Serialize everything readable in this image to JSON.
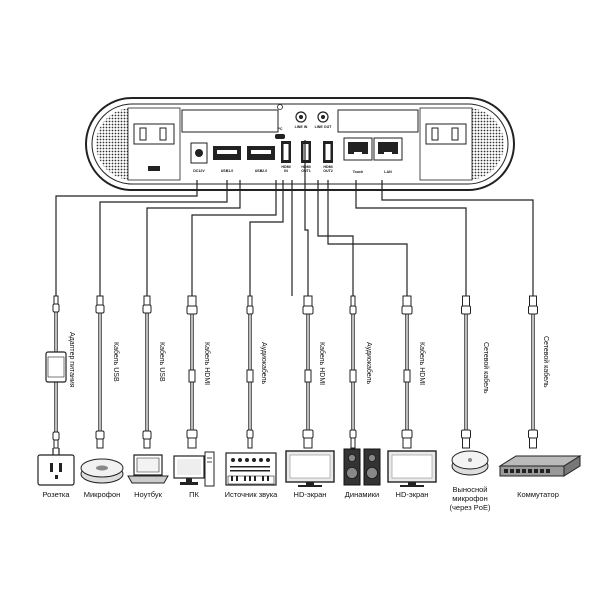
{
  "ports": [
    {
      "id": "dc12v",
      "label": "DC12V"
    },
    {
      "id": "usb1",
      "label": "USB1.0"
    },
    {
      "id": "usb2",
      "label": "USB2.0"
    },
    {
      "id": "pc",
      "label": "PC"
    },
    {
      "id": "hdmi_in",
      "label": "HDMI IN"
    },
    {
      "id": "line_in",
      "label": "LINE IN"
    },
    {
      "id": "hdmi_out1",
      "label": "HDMI OUT1"
    },
    {
      "id": "line_out",
      "label": "LINE OUT"
    },
    {
      "id": "hdmi_out2",
      "label": "HDMI OUT2"
    },
    {
      "id": "touch",
      "label": "Touch"
    },
    {
      "id": "lan",
      "label": "LAN"
    }
  ],
  "cables": [
    {
      "label": "Адаптер питания"
    },
    {
      "label": "Кабель USB"
    },
    {
      "label": "Кабель USB"
    },
    {
      "label": "Кабель HDMI"
    },
    {
      "label": "Аудиокабель"
    },
    {
      "label": "Кабель HDMI"
    },
    {
      "label": "Аудиокабель"
    },
    {
      "label": "Кабель HDMI"
    },
    {
      "label": "Сетевой кабель"
    },
    {
      "label": "Сетевой кабель"
    }
  ],
  "devices": [
    {
      "label": "Розетка",
      "icon": "power-socket-icon"
    },
    {
      "label": "Микрофон",
      "icon": "microphone-icon"
    },
    {
      "label": "Ноутбук",
      "icon": "laptop-icon"
    },
    {
      "label": "ПК",
      "icon": "pc-icon"
    },
    {
      "label": "Источник звука",
      "icon": "audio-source-icon"
    },
    {
      "label": "HD-экран",
      "icon": "hd-screen-icon"
    },
    {
      "label": "Динамики",
      "icon": "speakers-icon"
    },
    {
      "label": "HD-экран",
      "icon": "hd-screen-icon"
    },
    {
      "label": "Выносной микрофон (через PoE)",
      "icon": "poe-microphone-icon"
    },
    {
      "label": "Коммутатор",
      "icon": "network-switch-icon"
    }
  ]
}
